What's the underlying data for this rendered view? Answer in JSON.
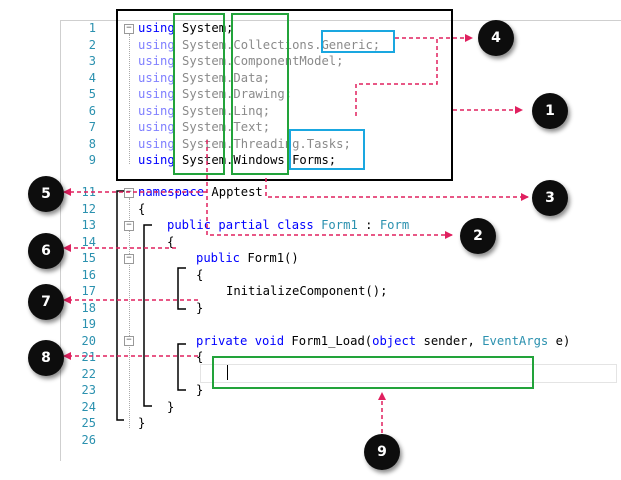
{
  "line_numbers": [
    "1",
    "2",
    "3",
    "4",
    "5",
    "6",
    "7",
    "8",
    "9",
    "11",
    "12",
    "13",
    "14",
    "15",
    "16",
    "17",
    "18",
    "19",
    "20",
    "21",
    "22",
    "23",
    "24",
    "25",
    "26"
  ],
  "code": {
    "using_kw": "using",
    "l1_ns": "System;",
    "l2_ns": "System.Collections.Generic;",
    "l3_ns": "System.ComponentModel;",
    "l4_ns": "System.Data;",
    "l5_ns": "System.Drawing;",
    "l6_ns": "System.Linq;",
    "l7_ns": "System.Text;",
    "l8_ns": "System.Threading.Tasks;",
    "l9_ns": "System.Windows.Forms;",
    "namespace_kw": "namespace",
    "namespace_name": "Apptest",
    "open_brace": "{",
    "close_brace": "}",
    "class_mods": "public partial class",
    "class_name": "Form1",
    "class_sep": ":",
    "class_base": "Form",
    "ctor_kw": "public",
    "ctor_sig": "Form1()",
    "init_call": "InitializeComponent();",
    "load_mods": "private void",
    "load_name": "Form1_Load(",
    "load_p1_type": "object",
    "load_p1_name": "sender,",
    "load_p2_type": "EventArgs",
    "load_p2_name": "e)"
  },
  "callouts": [
    "1",
    "2",
    "3",
    "4",
    "5",
    "6",
    "7",
    "8",
    "9"
  ],
  "colors": {
    "keyword": "#0000ff",
    "type": "#2b91af",
    "callout_arrow": "#e0205f",
    "green_box": "#22a33a",
    "blue_box": "#1aa7e0",
    "black_box": "#000000"
  }
}
